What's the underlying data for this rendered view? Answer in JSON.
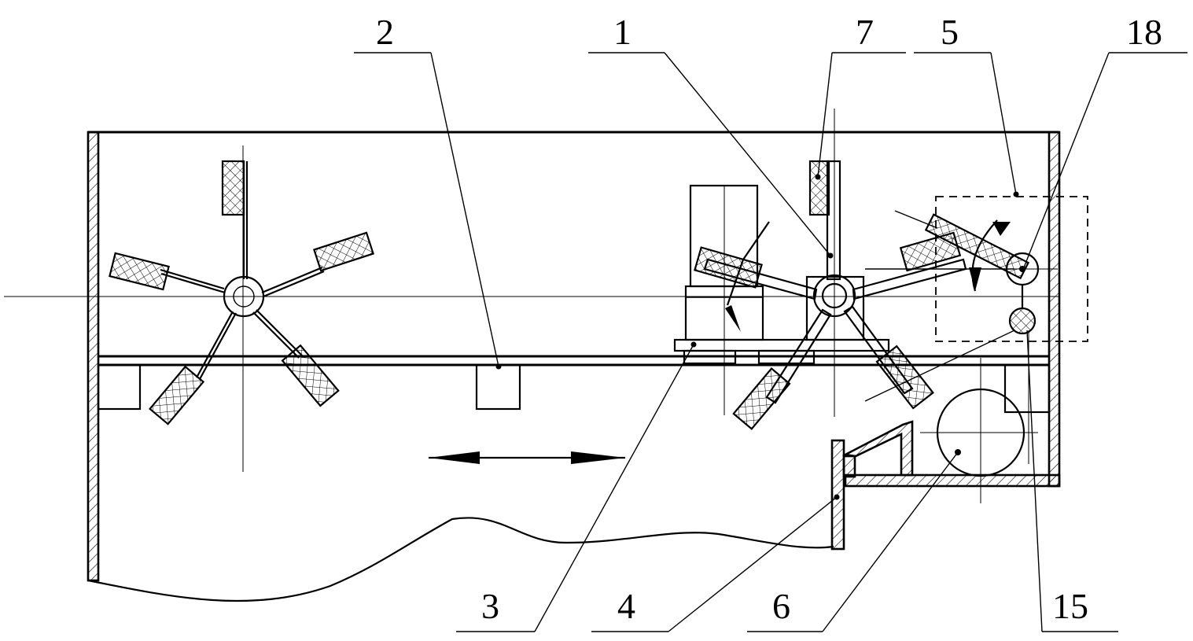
{
  "labels": {
    "l1": "1",
    "l2": "2",
    "l3": "3",
    "l4": "4",
    "l5": "5",
    "l6": "6",
    "l7": "7",
    "l15": "15",
    "l18": "18"
  },
  "colors": {
    "ink": "#000000",
    "paper": "#ffffff"
  }
}
